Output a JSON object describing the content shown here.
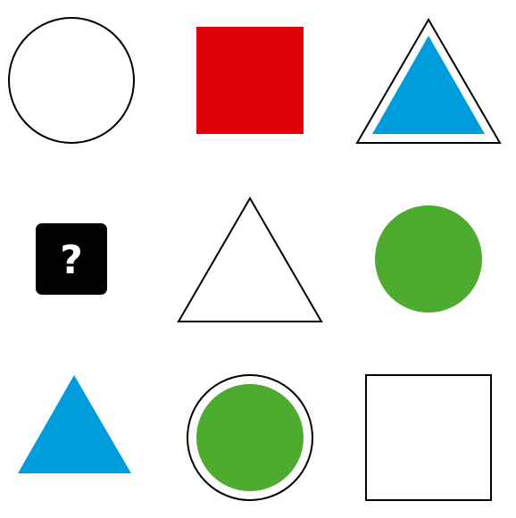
{
  "puzzle": {
    "rows": 3,
    "cols": 3,
    "cells": [
      {
        "row": 1,
        "col": 1,
        "shape": "circle",
        "style": "outline",
        "stroke": "#000000",
        "fill": "none"
      },
      {
        "row": 1,
        "col": 2,
        "shape": "square",
        "style": "filled",
        "fill": "#e00007"
      },
      {
        "row": 1,
        "col": 3,
        "shape": "triangle",
        "style": "outline-with-inner-filled-triangle",
        "stroke": "#000000",
        "inner_fill": "#009ddc"
      },
      {
        "row": 2,
        "col": 1,
        "shape": "question-tile",
        "style": "filled",
        "fill": "#000000",
        "glyph": "?",
        "glyph_color": "#ffffff"
      },
      {
        "row": 2,
        "col": 2,
        "shape": "triangle",
        "style": "outline",
        "stroke": "#000000",
        "fill": "none"
      },
      {
        "row": 2,
        "col": 3,
        "shape": "circle",
        "style": "filled",
        "fill": "#4dab30"
      },
      {
        "row": 3,
        "col": 1,
        "shape": "triangle",
        "style": "filled",
        "fill": "#009ddc"
      },
      {
        "row": 3,
        "col": 2,
        "shape": "circle",
        "style": "outline-with-inner-filled-circle",
        "stroke": "#000000",
        "inner_fill": "#4dab30"
      },
      {
        "row": 3,
        "col": 3,
        "shape": "square",
        "style": "outline",
        "stroke": "#000000",
        "fill": "none"
      }
    ]
  },
  "colors": {
    "red": "#e00007",
    "blue": "#009ddc",
    "green": "#4dab30",
    "black": "#000000",
    "white": "#ffffff"
  },
  "icons": {
    "question_tile": "question-mark-icon"
  }
}
